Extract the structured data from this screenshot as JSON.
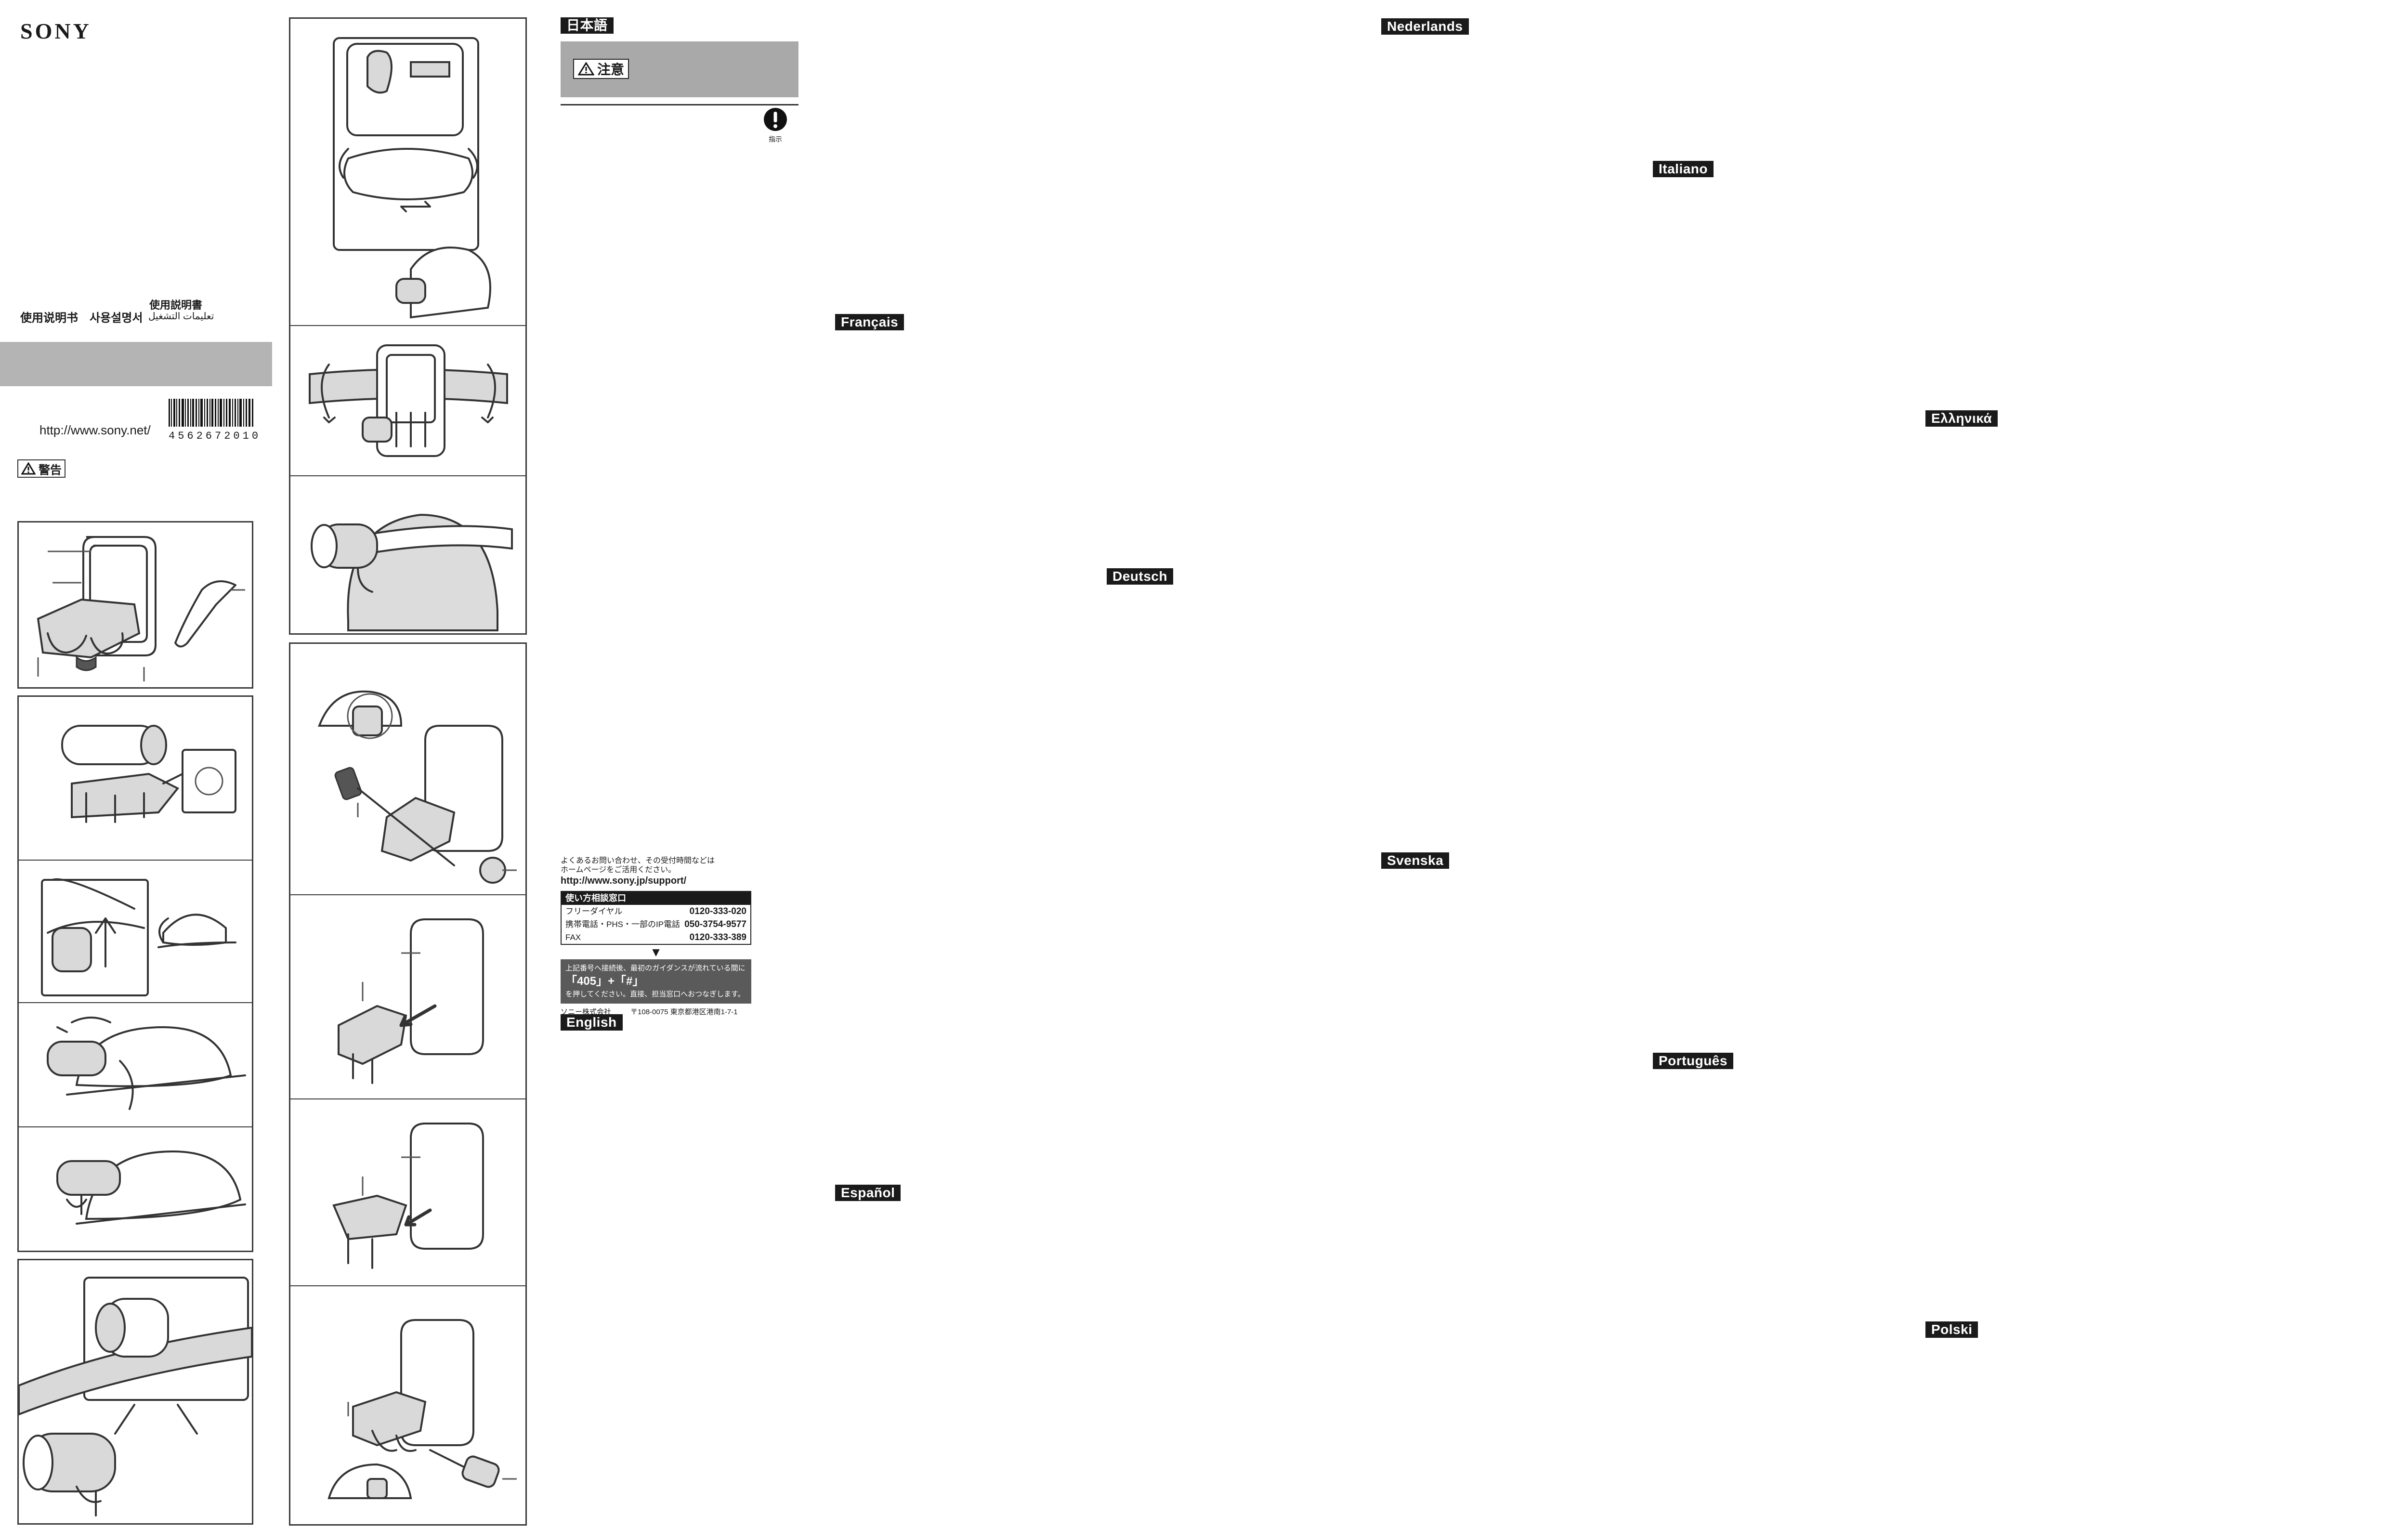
{
  "cover": {
    "brand": "SONY",
    "manual_titles_row": [
      "使用说明书",
      "사용설명서"
    ],
    "manual_title_ja": "使用説明書",
    "manual_title_ar": "تعليمات التشغيل",
    "website": "http://www.sony.net/",
    "barcode_number": "4562672010",
    "warning_label": "警告"
  },
  "japanese_section": {
    "tag": "日本語",
    "caution_label": "注意",
    "instruction_icon_label": "指示"
  },
  "support_box": {
    "intro_line1": "よくあるお問い合わせ、その受付時間などは",
    "intro_line2": "ホームページをご活用ください。",
    "url": "http://www.sony.jp/support/",
    "box_title": "使い方相談窓口",
    "rows": [
      {
        "label": "フリーダイヤル",
        "number": "0120-333-020"
      },
      {
        "label": "携帯電話・PHS・一部のIP電話",
        "number": "050-3754-9577"
      },
      {
        "label": "FAX",
        "number": "0120-333-389"
      }
    ],
    "guide_line1": "上記番号へ接続後、最初のガイダンスが流れている間に",
    "guide_code": "「405」+「#」",
    "guide_line2": "を押してください。直接、担当窓口へおつなぎします。",
    "footer_company": "ソニー株式会社",
    "footer_address": "〒108-0075 東京都港区港南1-7-1"
  },
  "languages": {
    "english": "English",
    "francais": "Français",
    "deutsch": "Deutsch",
    "espanol": "Español",
    "nederlands": "Nederlands",
    "italiano": "Italiano",
    "svenska": "Svenska",
    "portugues": "Português",
    "greek": "Ελληνικά",
    "polski": "Polski"
  },
  "colors": {
    "tag_background": "#1a1a1a",
    "gray_band": "#b4b4b4",
    "caution_box": "#a9a9a9",
    "frame_stroke": "#3a3a3a"
  }
}
